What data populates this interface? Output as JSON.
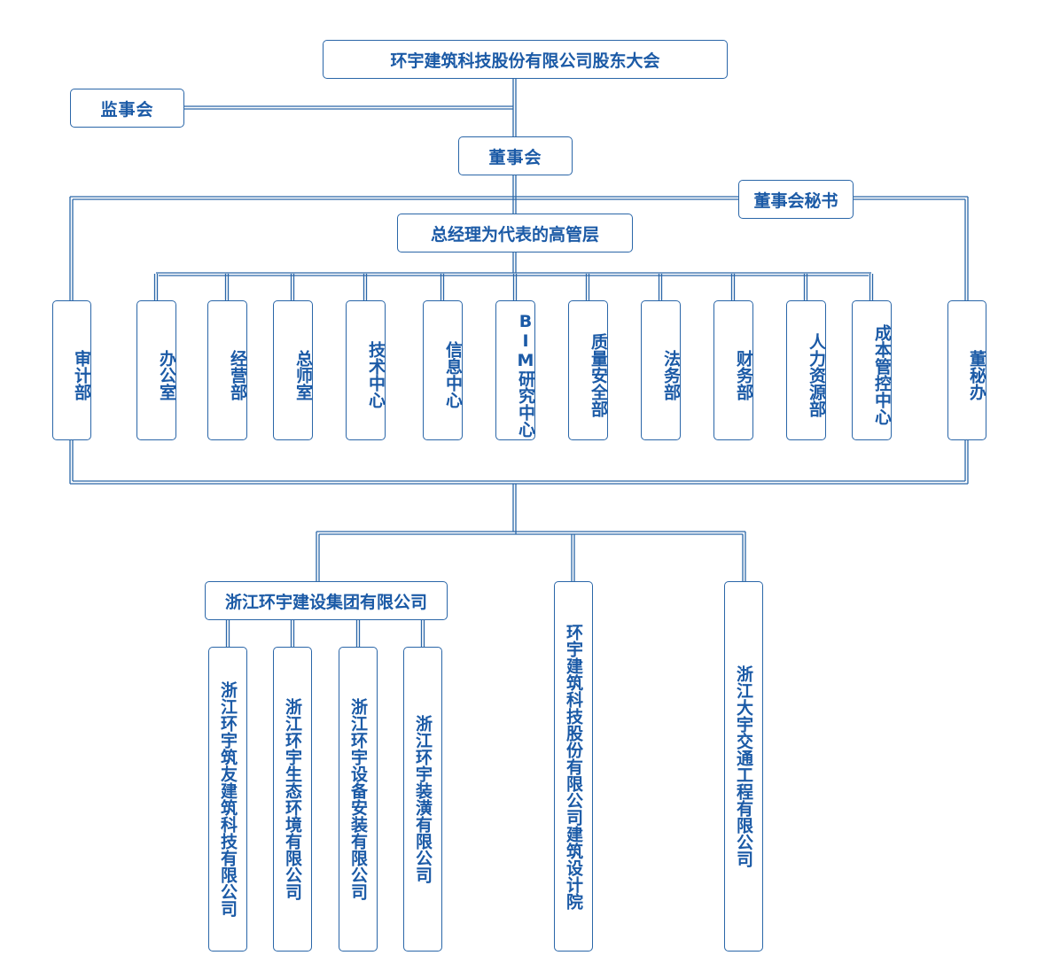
{
  "colors": {
    "line": "#2a66a8",
    "text": "#1b5aa6",
    "background": "#ffffff"
  },
  "top": {
    "shareholders": "环宇建筑科技股份有限公司股东大会",
    "supervisors": "监事会",
    "board": "董事会",
    "board_secretary": "董事会秘书",
    "management": "总经理为代表的高管层"
  },
  "departments": {
    "audit": "审计部",
    "secretary_office": "董秘办",
    "list": [
      "办公室",
      "经营部",
      "总师室",
      "技术中心",
      "信息中心",
      "BIM研究中心",
      "质量安全部",
      "法务部",
      "财务部",
      "人力资源部",
      "成本管控中心"
    ]
  },
  "subsidiaries": {
    "group": "浙江环宇建设集团有限公司",
    "group_children": [
      "浙江环宇筑友建筑科技有限公司",
      "浙江环宇生态环境有限公司",
      "浙江环宇设备安装有限公司",
      "浙江环宇装潢有限公司"
    ],
    "design_institute": "环宇建筑科技股份有限公司建筑设计院",
    "transport": "浙江大宇交通工程有限公司"
  }
}
